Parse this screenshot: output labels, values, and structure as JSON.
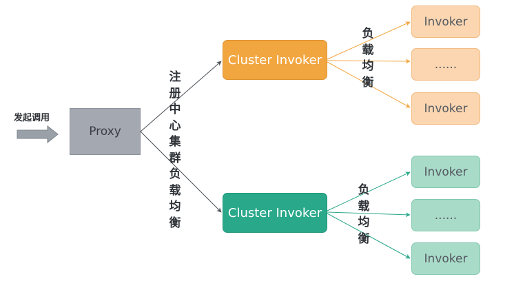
{
  "call_label": "发起调用",
  "proxy_label": "Proxy",
  "registry_label": "注册中心集群负载均衡",
  "top_cluster": {
    "label": "Cluster Invoker",
    "lb_label": "负载均衡",
    "invokers": [
      "Invoker",
      "......",
      "Invoker"
    ]
  },
  "bottom_cluster": {
    "label": "Cluster Invoker",
    "lb_label": "负载均衡",
    "invokers": [
      "Invoker",
      "......",
      "Invoker"
    ]
  },
  "colors": {
    "proxy": "#a4a8b1",
    "top_cluster": "#f2a640",
    "top_invoker": "#fbd6b1",
    "bottom_cluster": "#2aa88a",
    "bottom_invoker": "#a9dbc9",
    "call_arrow": "#9aa0a8"
  }
}
